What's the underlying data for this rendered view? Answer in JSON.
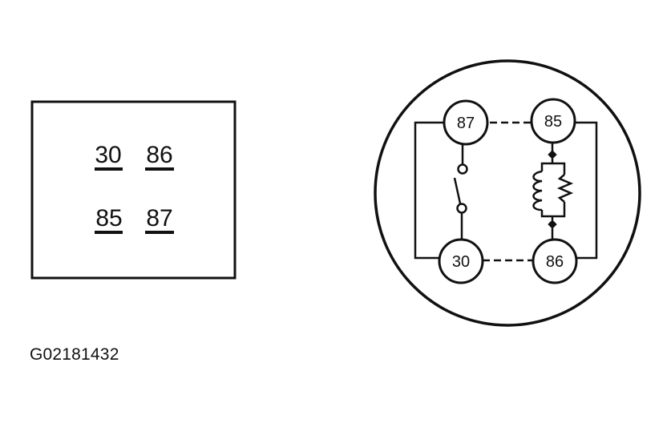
{
  "connector_face": {
    "pins": [
      {
        "label": "30"
      },
      {
        "label": "86"
      },
      {
        "label": "85"
      },
      {
        "label": "87"
      }
    ]
  },
  "schematic": {
    "terminals": [
      {
        "label": "87"
      },
      {
        "label": "85"
      },
      {
        "label": "30"
      },
      {
        "label": "86"
      }
    ],
    "symbols": [
      "switch-contact-symbol",
      "relay-coil-symbol",
      "resistor-symbol"
    ]
  },
  "figure": {
    "reference_code": "G02181432"
  },
  "colors": {
    "ink": "#111111",
    "background": "#ffffff"
  }
}
